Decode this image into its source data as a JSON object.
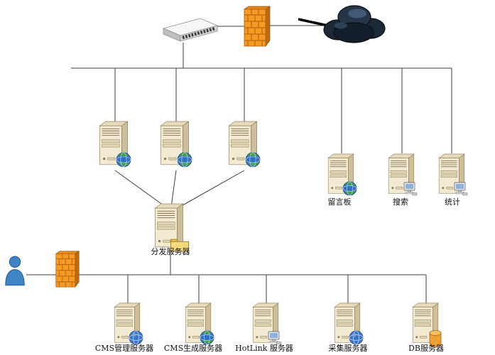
{
  "diagram": {
    "palette": {
      "line": "#3f3f3f",
      "firewall_orange": "#f59a23",
      "server_beige": "#f2ead2",
      "cloud_dark": "#1c2836",
      "person_blue": "#3f85c6"
    },
    "nodes": {
      "dist": {
        "label": "分发服务器"
      },
      "msgboard": {
        "label": "留言板"
      },
      "search": {
        "label": "搜索"
      },
      "stats": {
        "label": "统计"
      },
      "cms_admin": {
        "label": "CMS管理服务器"
      },
      "cms_gen": {
        "label": "CMS生成服务器"
      },
      "hotlink": {
        "label": "HotLink 服务器"
      },
      "collect": {
        "label": "采集服务器"
      },
      "db": {
        "label": "DB服务器"
      }
    }
  }
}
